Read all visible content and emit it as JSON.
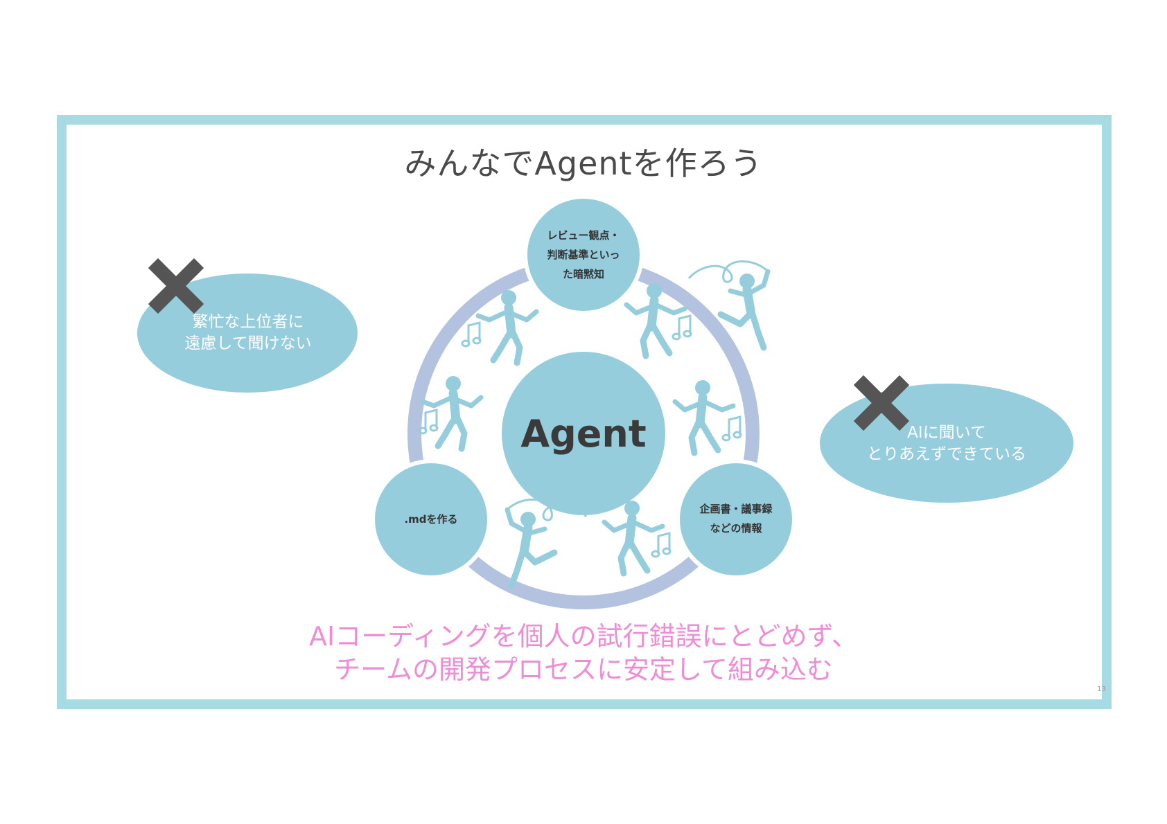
{
  "title": "みんなでAgentを作ろう",
  "center": {
    "label": "Agent"
  },
  "nodes": {
    "top": {
      "lines": [
        "レビュー観点・",
        "判断基準といっ",
        "た暗黙知"
      ]
    },
    "bottom_left": {
      "lines": [
        ".mdを作る"
      ]
    },
    "bottom_right": {
      "lines": [
        "企画書・議事録",
        "などの情報"
      ]
    }
  },
  "bubbles": {
    "left": {
      "lines": [
        "繁忙な上位者に",
        "遠慮して聞けない"
      ],
      "marker": "cross-icon"
    },
    "right": {
      "lines": [
        "AIに聞いて",
        "とりあえずできている"
      ],
      "marker": "cross-icon"
    }
  },
  "message": {
    "lines": [
      "AIコーディングを個人の試行錯誤にとどめず、",
      "チームの開発プロセスに安定して組み込む"
    ]
  },
  "page_number": "13",
  "colors": {
    "frame": "#a6dbe4",
    "circle_fill": "#95cddd",
    "ring": "#b3c2de",
    "dancer": "#95cddd",
    "cross": "#555555",
    "message": "#f08bd6",
    "title": "#4a4a4a"
  }
}
